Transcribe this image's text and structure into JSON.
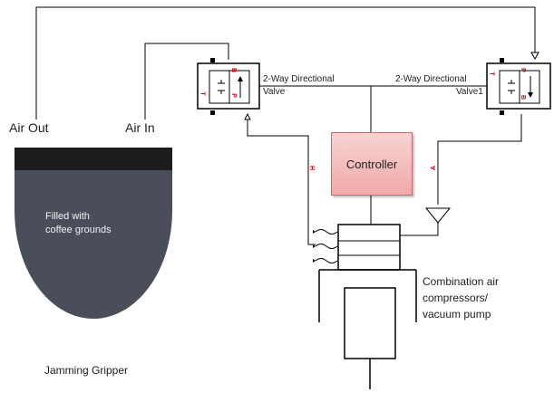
{
  "labels": {
    "air_out": "Air Out",
    "air_in": "Air In",
    "gripper_fill_line1": "Filled with",
    "gripper_fill_line2": "coffee grounds",
    "jamming_gripper": "Jamming Gripper",
    "controller": "Controller",
    "valve_left_line1": "2-Way Directional",
    "valve_left_line2": "Valve",
    "valve_right_line1": "2-Way Directional",
    "valve_right_line2": "Valve1",
    "compressor_line1": "Combination air",
    "compressor_line2": "compressors/",
    "compressor_line3": "vacuum pump",
    "port_h": "H",
    "port_a": "A",
    "port_b": "B",
    "port_p": "P",
    "port_t": "T"
  },
  "colors": {
    "controller_fill": "#f3b6b6",
    "gripper_body": "#4a4d5a",
    "gripper_band": "#1c1c1c",
    "wire": "#000000",
    "port_label": "#d40000"
  },
  "icons": [
    "valve-left-icon",
    "valve-right-icon",
    "check-valve-icon",
    "muffler-icon",
    "flow-arrow-icon"
  ]
}
